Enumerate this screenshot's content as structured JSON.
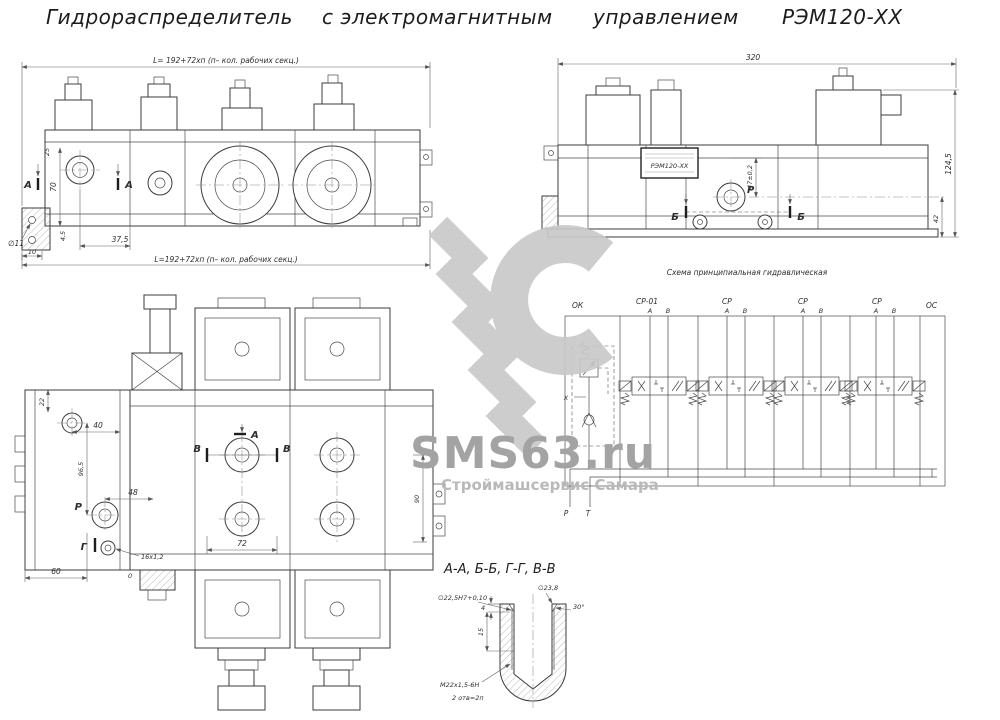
{
  "title": {
    "word1": "Гидрораспределитель",
    "word2": "с электромагнитным",
    "word3": "управлением",
    "word4": "РЭМ120-ХХ"
  },
  "watermark": {
    "brand": "SMS63.ru",
    "caption": "Строймашсервис Самара",
    "color": "#c9c9c9"
  },
  "colors": {
    "line": "#3b3b3b",
    "dim": "#606060",
    "background": "#ffffff"
  },
  "front_view": {
    "dim_length_top": "L= 192+72хп (п– кол. рабочих секц.)",
    "dim_length_bottom": "L=192+72хп (п– кол. рабочих секц.)",
    "dim_37_5": "37,5",
    "dim_70": "70",
    "dim_25": "25",
    "dim_4_5": "4,5",
    "dim_d11": "∅11",
    "dim_10": "10",
    "section_mark_left": "А",
    "section_mark_right": "А"
  },
  "side_view": {
    "dim_320": "320",
    "dim_124_5": "124,5",
    "dim_47": "47±0,2",
    "dim_42": "42",
    "port_p": "Р",
    "section_mark_left": "Б",
    "section_mark_right": "Б",
    "nameplate_model": "РЭМ120-ХХ"
  },
  "schematic": {
    "title": "Схема принципиальная гидравлическая",
    "sections": [
      {
        "label": "ОК"
      },
      {
        "label": "СР-01",
        "a": "А",
        "b": "В"
      },
      {
        "label": "СР",
        "a": "А",
        "b": "В"
      },
      {
        "label": "СР",
        "a": "А",
        "b": "В"
      },
      {
        "label": "СР",
        "a": "А",
        "b": "В"
      },
      {
        "label": "ОС"
      }
    ],
    "port_p": "Р",
    "port_t": "Т",
    "pilot_x": "Х"
  },
  "plan_view": {
    "dim_40": "40",
    "dim_96_5": "96,5",
    "dim_22": "22",
    "dim_48": "48",
    "dim_60": "60",
    "dim_0": "0",
    "dim_16": "16х1,2",
    "dim_72": "72",
    "dim_90": "90",
    "port_p": "Р",
    "section_mark_g": "Г",
    "section_mark_a": "А",
    "section_mark_v_left": "В",
    "section_mark_v_right": "В"
  },
  "detail_view": {
    "title": "А-А, Б-Б, Г-Г, В-В",
    "dim_bore": "∅22,5Н7+0,10",
    "dim_od": "∅23,8",
    "dim_angle": "30°",
    "dim_4": "4",
    "dim_15": "15",
    "thread": "М22х1,5-6Н",
    "note_holes": "2 отв=2п"
  }
}
